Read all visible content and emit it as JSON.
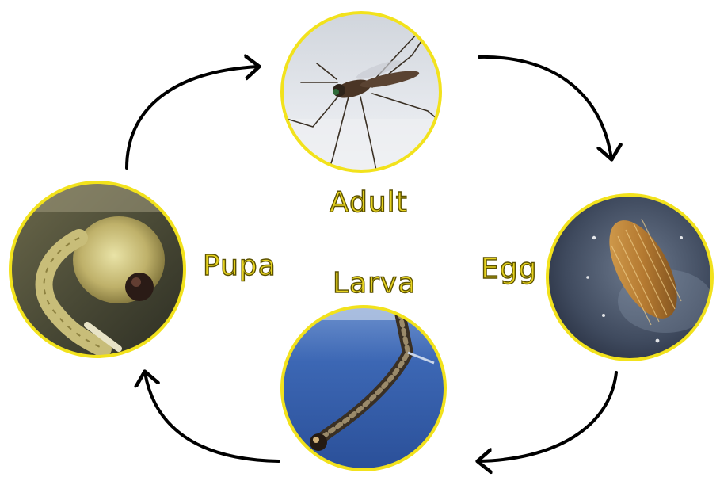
{
  "stages": {
    "adult": {
      "label": "Adult"
    },
    "egg": {
      "label": "Egg"
    },
    "larva": {
      "label": "Larva"
    },
    "pupa": {
      "label": "Pupa"
    }
  },
  "colors": {
    "ring": "#f2e21c",
    "label_fill": "#e6d21f",
    "label_outline": "#5c5200",
    "arrow": "#000000"
  },
  "icons": [
    "mosquito-adult-photo",
    "egg-raft-photo",
    "larva-photo",
    "pupa-photo"
  ]
}
